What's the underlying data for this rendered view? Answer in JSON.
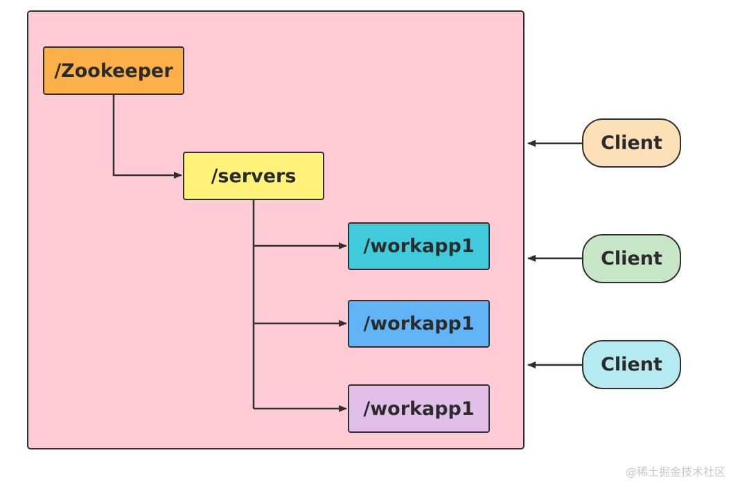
{
  "nodes": {
    "root": {
      "label": "/Zookeeper",
      "color": "#fbb04a"
    },
    "servers": {
      "label": "/servers",
      "color": "#fff27a"
    },
    "workapp_a": {
      "label": "/workapp1",
      "color": "#40cbdc"
    },
    "workapp_b": {
      "label": "/workapp1",
      "color": "#63b4f6"
    },
    "workapp_c": {
      "label": "/workapp1",
      "color": "#e2bfe9"
    }
  },
  "clients": [
    {
      "label": "Client",
      "color": "#fde0b8"
    },
    {
      "label": "Client",
      "color": "#c7e5c7"
    },
    {
      "label": "Client",
      "color": "#b5eaf0"
    }
  ],
  "container_color": "#ffccd5",
  "watermark": "@稀土掘金技术社区"
}
